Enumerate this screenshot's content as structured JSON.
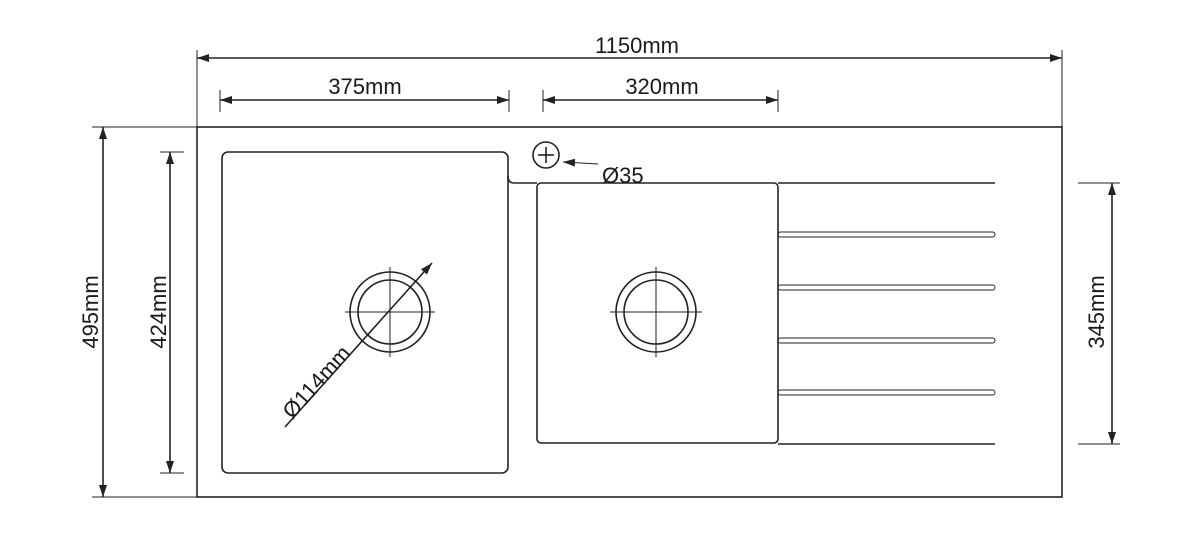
{
  "dimensions": {
    "overall_width": "1150mm",
    "left_bowl_width": "375mm",
    "right_bowl_width": "320mm",
    "overall_depth": "495mm",
    "left_bowl_depth": "424mm",
    "right_bowl_depth": "345mm",
    "drain_diameter": "Ø114mm",
    "tap_hole_diameter": "Ø35"
  },
  "colors": {
    "line": "#222222",
    "background": "#ffffff"
  }
}
